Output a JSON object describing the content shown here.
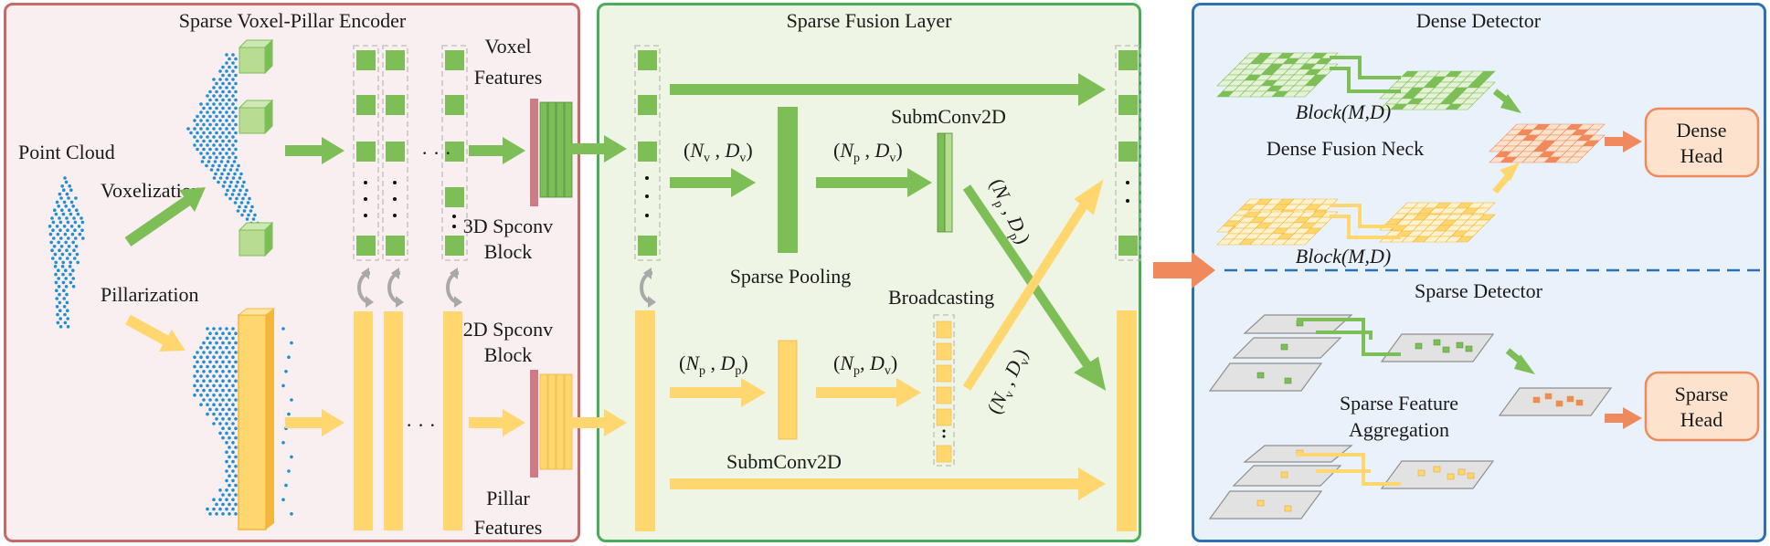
{
  "panels": {
    "encoder": {
      "title": "Sparse Voxel-Pillar Encoder",
      "point_cloud": "Point Cloud",
      "voxelization": "Voxelization",
      "pillarization": "Pillarization",
      "voxel_features_1": "Voxel",
      "voxel_features_2": "Features",
      "spconv3d_1": "3D Spconv",
      "spconv3d_2": "Block",
      "spconv2d_1": "2D Spconv",
      "spconv2d_2": "Block",
      "pillar_features_1": "Pillar",
      "pillar_features_2": "Features",
      "ellipsis": "· · ·"
    },
    "fusion": {
      "title": "Sparse Fusion Layer",
      "nv_dv": "(Nv , Dv)",
      "np_dv_top": "(Np , Dv)",
      "submconv_top": "SubmConv2D",
      "sparse_pooling": "Sparse Pooling",
      "broadcasting": "Broadcasting",
      "np_dp_left": "(Np , Dp)",
      "np_dv_bottom": "(Np, Dv)",
      "submconv_bottom": "SubmConv2D",
      "cross_np_dp": "(Np , Dp)",
      "cross_nv_dv": "(Nv , Dv)"
    },
    "detector": {
      "title": "Dense Detector",
      "block_top": "Block(M,D)",
      "dense_fusion_neck": "Dense Fusion Neck",
      "block_bottom": "Block(M,D)",
      "dense_head_1": "Dense",
      "dense_head_2": "Head",
      "sparse_title": "Sparse Detector",
      "sparse_agg_1": "Sparse Feature",
      "sparse_agg_2": "Aggregation",
      "sparse_head_1": "Sparse",
      "sparse_head_2": "Head"
    }
  },
  "colors": {
    "green": "#7dbf56",
    "green_light": "#b7dc92",
    "yellow": "#ffd76e",
    "yellow_dark": "#f3b73c",
    "orange": "#f0895b",
    "blue_points": "#1f8ed3",
    "red_bar": "#cf7b86"
  }
}
